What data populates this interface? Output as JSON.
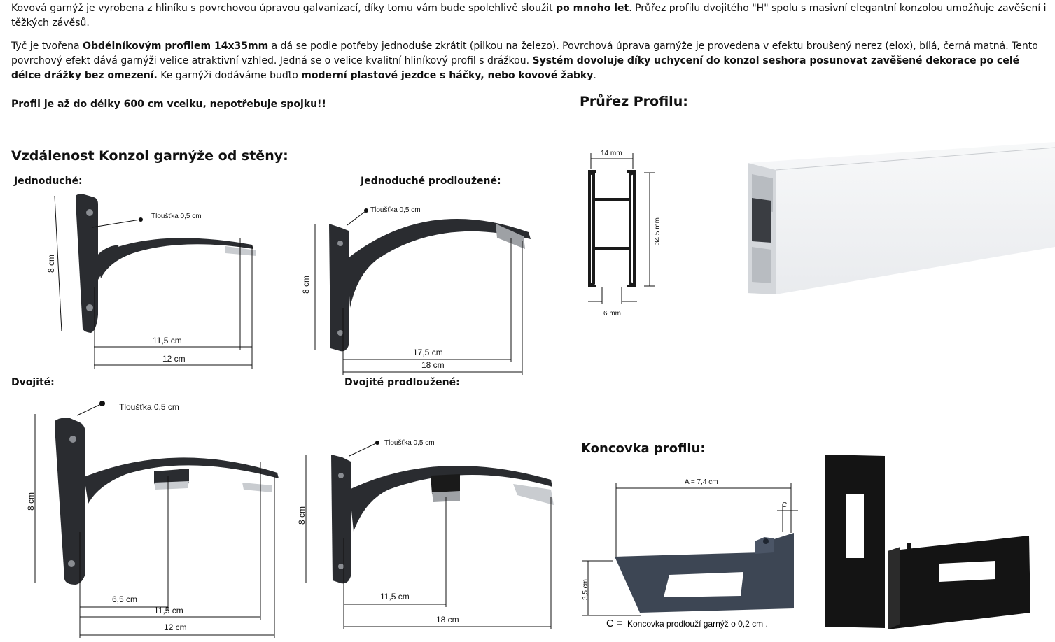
{
  "intro": {
    "p1": [
      "Kovová garnýž je vyrobena z hliníku s povrchovou úpravou galvanizací, díky tomu vám bude spolehlivě sloužit ",
      "po mnoho let",
      ". Průřez profilu dvojitého \"H\" spolu s masivní elegantní konzolou umožňuje zavěšení i těžkých závěsů."
    ],
    "p2": [
      " Tyč je tvořena ",
      "Obdélníkovým profilem 14x35mm",
      " a dá se podle potřeby jednoduše zkrátit (pilkou na železo). Povrchová úprava garnýže je provedena v efektu broušený nerez (elox), bílá, černá matná. Tento povrchový efekt dává garnýži velice atraktivní vzhled. Jedná se o velice kvalitní hliníkový profil s drážkou. ",
      "Systém dovoluje díky uchycení do konzol seshora posunovat zavěšené dekorace po celé délce drážky bez omezení.",
      " Ke garnýži dodáváme buďto ",
      "moderní plastové jezdce s háčky, nebo kovové žabky",
      "."
    ],
    "p3": "Profil je až do délky 600 cm vcelku, nepotřebuje spojku!!"
  },
  "headings": {
    "cross_section": "Průřez Profilu:",
    "distance": "Vzdálenost Konzol garnýže od stěny:",
    "end_cap": "Koncovka profilu:"
  },
  "brackets": {
    "single": {
      "label": "Jednoduché:",
      "thickness": "Tloušťka 0,5 cm",
      "height": "8 cm",
      "d1": "11,5 cm",
      "d2": "12 cm"
    },
    "single_ext": {
      "label": "Jednoduché prodloužené:",
      "thickness": "Tloušťka 0,5 cm",
      "height": "8 cm",
      "d1": "17,5 cm",
      "d2": "18 cm"
    },
    "double": {
      "label": "Dvojité:",
      "thickness": "Tloušťka 0,5 cm",
      "height": "8 cm",
      "d0": "6,5 cm",
      "d1": "11,5 cm",
      "d2": "12 cm"
    },
    "double_ext": {
      "label": "Dvojité prodloužené:",
      "thickness": "Tloušťka 0,5 cm",
      "height": "8 cm",
      "d1": "11,5 cm",
      "d2": "18 cm"
    }
  },
  "profile": {
    "width": "14 mm",
    "height": "34,5 mm",
    "gap": "6 mm"
  },
  "endcap": {
    "a": "A = 7,4 cm",
    "c": "C",
    "h": "3,5 cm",
    "note_c": "C = ",
    "note": "Koncovka prodlouží garnýž o 0,2 cm ."
  },
  "colors": {
    "bracket": "#2a2c30",
    "endcap": "#3d4654",
    "black": "#141414",
    "profile_white": "#f3f4f5"
  }
}
